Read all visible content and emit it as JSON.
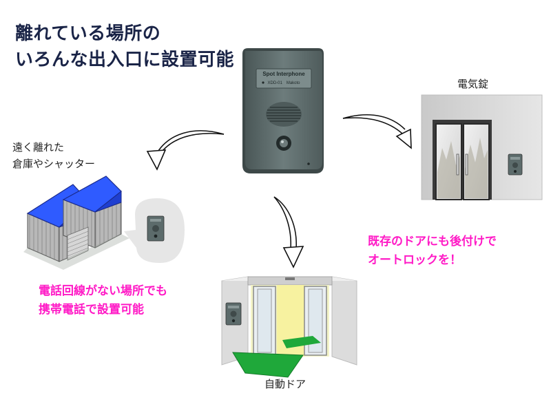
{
  "headline": {
    "line1": "離れている場所の",
    "line2": "いろんな出入口に設置可能"
  },
  "device": {
    "brand_label": "Spot Interphone",
    "model_label": "XDD-01　Makoto"
  },
  "captions": {
    "remote_line1": "遠く離れた",
    "remote_line2": "倉庫やシャッター",
    "electric_lock": "電気錠",
    "automatic_door": "自動ドア"
  },
  "callouts": {
    "retrofit_line1": "既存のドアにも後付けで",
    "retrofit_line2": "オートロックを！",
    "no_phone_line1": "電話回線がない場所でも",
    "no_phone_line2": "携帯電話で設置可能"
  },
  "colors": {
    "headline": "#1a2447",
    "callout": "#ff1ac6",
    "device_body": "#5c6b6b",
    "roof_blue": "#2f5bff",
    "mat_green": "#1fa83a"
  }
}
